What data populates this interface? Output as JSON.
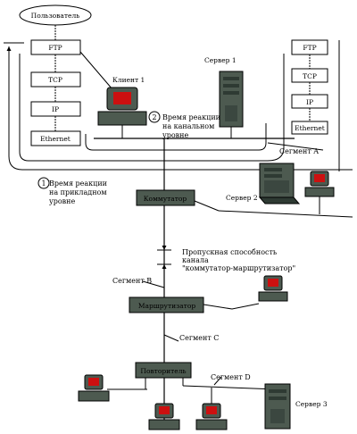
{
  "nodes": {
    "user": "Пользователь",
    "client1": "Клиент 1",
    "server1": "Сервер 1",
    "server2": "Сервер 2",
    "server3": "Сервер 3",
    "switch": "Коммутатор",
    "router": "Маршрутизатор",
    "repeater": "Повторитель"
  },
  "stack_left": [
    "FTP",
    "TCP",
    "IP",
    "Ethernet"
  ],
  "stack_right": [
    "FTP",
    "TCP",
    "IP",
    "Ethernet"
  ],
  "segments": {
    "a": "Сегмент A",
    "b": "Сегмент B",
    "c": "Сегмент C",
    "d": "Сегмент D"
  },
  "annotations": {
    "link_time_num": "2",
    "link_time": [
      "Время реакции",
      "на канальном",
      "уровне"
    ],
    "app_time_num": "1",
    "app_time": [
      "Время реакции",
      "на прикладном",
      "уровне"
    ],
    "bandwidth": [
      "Пропускная способность",
      "канала",
      "\"коммутатор-маршрутизатор\""
    ]
  },
  "colors": {
    "device_fill": "#4d5a50",
    "device_dark": "#2e3a33",
    "monitor_red": "#cc1010",
    "line": "#000000"
  }
}
